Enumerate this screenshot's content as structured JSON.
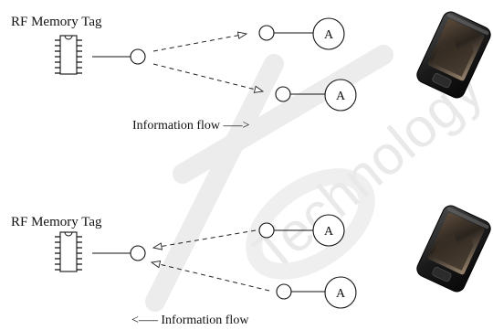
{
  "watermark": {
    "text": "Technology"
  },
  "panels": [
    {
      "tag_label": "RF Memory Tag",
      "readers": [
        {
          "label": "A"
        },
        {
          "label": "A"
        }
      ],
      "flow_label": "Information  flow –––>",
      "flow_direction": "outbound"
    },
    {
      "tag_label": "RF Memory Tag",
      "readers": [
        {
          "label": "A"
        },
        {
          "label": "A"
        }
      ],
      "flow_label": "<––– Information  flow",
      "flow_direction": "inbound"
    }
  ]
}
